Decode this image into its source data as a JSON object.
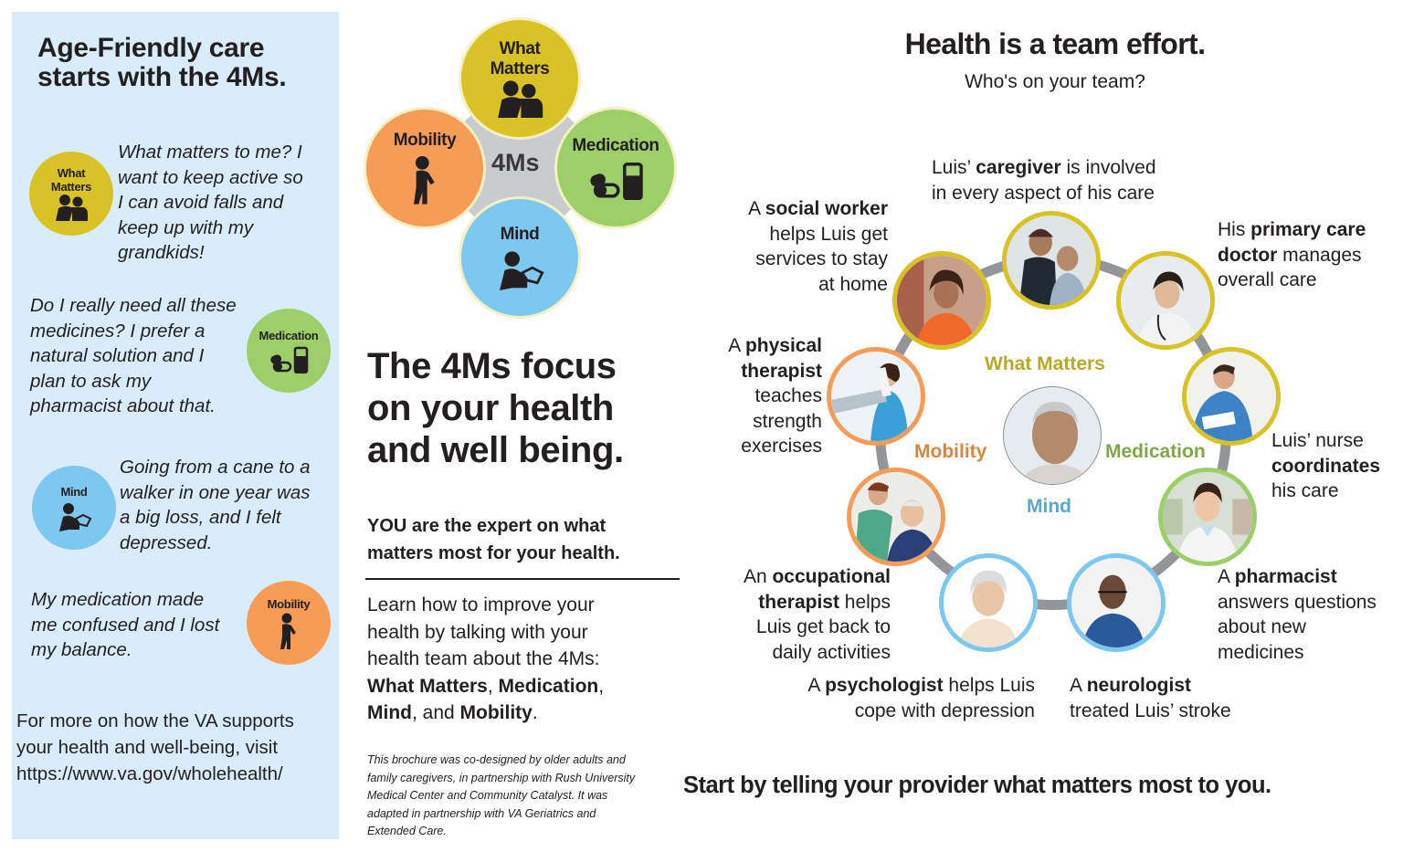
{
  "colors": {
    "what_matters": "#d8c225",
    "medication": "#9ccf6a",
    "mind": "#7ec8ef",
    "mobility": "#f69c56",
    "left_panel_bg": "#d9ecfb",
    "ring_gray": "#939598",
    "cat_what_matters": "#b8a92a",
    "cat_medication": "#7fa84a",
    "cat_mind": "#5aa8cf",
    "cat_mobility": "#d6873f"
  },
  "left_panel": {
    "title_line1": "Age-Friendly care",
    "title_line2": "starts with the 4Ms.",
    "items": [
      {
        "badge": "What Matters",
        "badge_line1": "What",
        "badge_line2": "Matters",
        "icon": "people-embrace-icon",
        "quote_lines": [
          "What matters to me? I",
          "want to keep active so",
          "I can avoid falls and",
          "keep up with my",
          "grandkids!"
        ]
      },
      {
        "badge": "Medication",
        "icon": "pills-and-glass-icon",
        "quote_lines": [
          "Do I really need all these",
          "medicines? I prefer a",
          "natural solution and I",
          "plan to ask  my",
          "pharmacist about that."
        ]
      },
      {
        "badge": "Mind",
        "icon": "person-reading-icon",
        "quote_lines": [
          "Going from a cane to a",
          "walker in one year was",
          "a big loss, and I felt",
          "depressed."
        ]
      },
      {
        "badge": "Mobility",
        "icon": "person-walking-icon",
        "quote_lines": [
          "My  medication  made",
          "me confused and I lost",
          "my balance."
        ]
      }
    ],
    "more_info_lines": [
      "For more on how the VA supports",
      "your health and well-being, visit",
      "https://www.va.gov/wholehealth/"
    ]
  },
  "center": {
    "cluster": {
      "center_label": "4Ms",
      "what_matters_line1": "What",
      "what_matters_line2": "Matters",
      "medication": "Medication",
      "mind": "Mind",
      "mobility": "Mobility"
    },
    "title_lines": [
      "The 4Ms focus",
      "on your health",
      "and well being."
    ],
    "subtitle_lines": [
      "YOU are the expert on what",
      "matters most for your health."
    ],
    "body_lines": [
      "Learn how to improve your",
      "health by talking with your",
      "health team about the 4Ms:"
    ],
    "body_bold": {
      "what_matters": "What Matters",
      "comma1": ",",
      "medication": "Medication",
      "comma2": ",",
      "mind": "Mind",
      "and": ", and ",
      "mobility": "Mobility",
      "period": "."
    },
    "credit_lines": [
      "This brochure was co-designed by older adults and",
      "family caregivers, in partnership with Rush University",
      "Medical Center and Community Catalyst. It was",
      "adapted in partnership with VA Geriatrics and",
      "Extended Care."
    ]
  },
  "right": {
    "title": "Health is a team effort.",
    "subtitle": "Who's on your team?",
    "categories": {
      "what_matters": "What Matters",
      "medication": "Medication",
      "mind": "Mind",
      "mobility": "Mobility"
    },
    "members": {
      "caregiver": {
        "pre": "Luis’ ",
        "bold": "caregiver",
        "post": " is involved",
        "line2": "in every aspect of his care"
      },
      "social_worker": {
        "pre": "A ",
        "bold": "social worker",
        "line2": "helps Luis get",
        "line3": "services to stay",
        "line4": "at home"
      },
      "primary_care": {
        "pre": "His ",
        "bold": "primary care",
        "bold2": "doctor",
        "post2": " manages",
        "line3": "overall care"
      },
      "physical_therapist": {
        "pre": "A ",
        "bold": "physical",
        "bold2": "therapist",
        "line3": "teaches",
        "line4": "strength",
        "line5": "exercises"
      },
      "nurse": {
        "line1": "Luis’ nurse",
        "bold": "coordinates",
        "line3": "his care"
      },
      "occupational_therapist": {
        "pre": "An ",
        "bold": "occupational",
        "bold2": "therapist",
        "post2": " helps",
        "line3": "Luis get back to",
        "line4": "daily activities"
      },
      "pharmacist": {
        "pre": "A ",
        "bold": "pharmacist",
        "line2": "answers questions",
        "line3": "about new",
        "line4": "medicines"
      },
      "psychologist": {
        "pre": "A ",
        "bold": "psychologist",
        "post": " helps Luis",
        "line2": "cope with depression"
      },
      "neurologist": {
        "pre": "A ",
        "bold": "neurologist",
        "line2": "treated Luis’ stroke"
      }
    },
    "footer": "Start by telling your provider what matters most to you."
  }
}
